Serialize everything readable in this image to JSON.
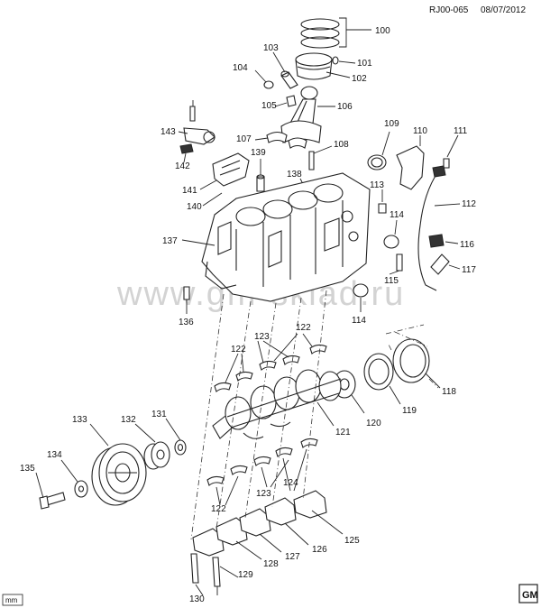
{
  "header": {
    "code": "RJ00-065",
    "date": "08/07/2012"
  },
  "watermark": "www.gm-sklad.ru",
  "unit_box": "mm",
  "badge": "GM",
  "callouts": [
    "100",
    "101",
    "102",
    "103",
    "104",
    "105",
    "106",
    "107",
    "108",
    "109",
    "110",
    "111",
    "112",
    "113",
    "114",
    "114",
    "115",
    "116",
    "117",
    "118",
    "119",
    "120",
    "121",
    "122",
    "122",
    "122",
    "123",
    "123",
    "124",
    "125",
    "126",
    "127",
    "128",
    "129",
    "130",
    "131",
    "132",
    "133",
    "134",
    "135",
    "136",
    "137",
    "138",
    "139",
    "140",
    "141",
    "142",
    "143"
  ]
}
